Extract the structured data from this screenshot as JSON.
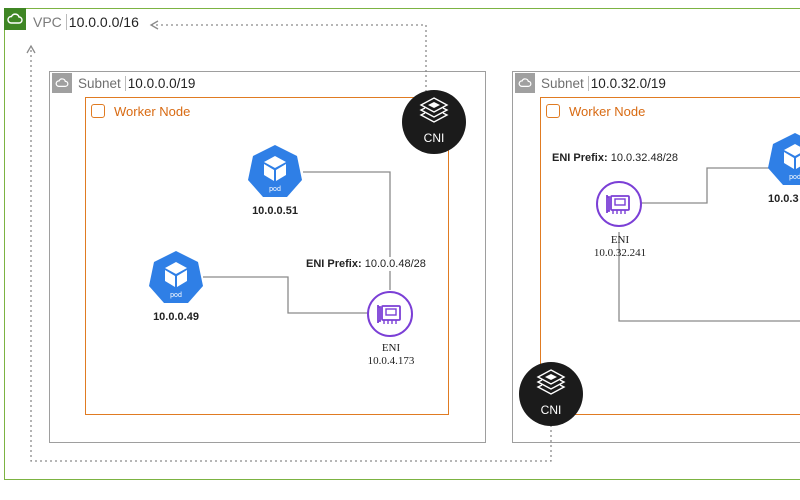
{
  "vpc": {
    "prefix": "VPC",
    "cidr": "10.0.0.0/16"
  },
  "subnets": [
    {
      "prefix": "Subnet",
      "cidr": "10.0.0.0/19"
    },
    {
      "prefix": "Subnet",
      "cidr": "10.0.32.0/19"
    }
  ],
  "worker_nodes": [
    {
      "label": "Worker Node"
    },
    {
      "label": "Worker Node"
    }
  ],
  "pods": [
    {
      "icon_text": "pod",
      "ip": "10.0.0.51"
    },
    {
      "icon_text": "pod",
      "ip": "10.0.0.49"
    },
    {
      "icon_text": "pod",
      "ip": "10.0.3"
    }
  ],
  "enis": [
    {
      "name": "ENI",
      "ip": "10.0.4.173",
      "prefix_key": "ENI Prefix:",
      "prefix_value": "10.0.0.48/28"
    },
    {
      "name": "ENI",
      "ip": "10.0.32.241",
      "prefix_key": "ENI Prefix:",
      "prefix_value": "10.0.32.48/28"
    }
  ],
  "cni": [
    {
      "label": "CNI"
    },
    {
      "label": "CNI"
    }
  ],
  "colors": {
    "vpc_border": "#7cb342",
    "vpc_badge": "#3f8624",
    "subnet_border": "#9e9e9e",
    "worker_border": "#e07b22",
    "pod_fill": "#2f7fe6",
    "eni_purple": "#7b3fd6",
    "cni_fill": "#1b1b1b"
  },
  "icons": {
    "vpc": "cloud-icon",
    "subnet": "cloud-icon",
    "worker": "worker-node-icon",
    "pod": "pod-cube-icon",
    "eni": "network-interface-icon",
    "cni": "cni-layers-icon"
  }
}
